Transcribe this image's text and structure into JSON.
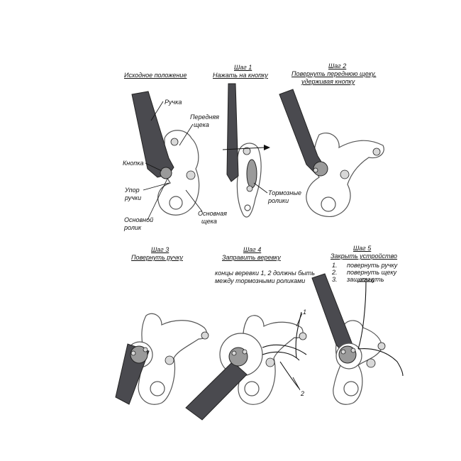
{
  "steps": {
    "initial": {
      "title": "Исходное положение"
    },
    "step1": {
      "title": "Шаг 1",
      "subtitle": "Нажать на кнопку"
    },
    "step2": {
      "title": "Шаг 2",
      "subtitle_line1": "Повернуть переднюю щеку,",
      "subtitle_line2": "удерживая кнопку"
    },
    "step3": {
      "title": "Шаг 3",
      "subtitle": "Повернуть ручку"
    },
    "step4": {
      "title": "Шаг 4",
      "subtitle": "Заправить веревку",
      "note_line1": "концы веревки 1, 2 должны быть",
      "note_line2": "между тормозными роликами"
    },
    "step5": {
      "title": "Шаг 5",
      "subtitle": "Закрыть устройство",
      "list": [
        {
          "num": "1.",
          "text": "повернуть ручку"
        },
        {
          "num": "2.",
          "text": "повернуть щеку"
        },
        {
          "num": "3.",
          "text": "защелкнуть"
        }
      ]
    }
  },
  "labels": {
    "handle": "Ручка",
    "front_cheek_1": "Передняя",
    "front_cheek_2": "щека",
    "button": "Кнопка",
    "handle_stop_1": "Упор",
    "handle_stop_2": "ручки",
    "main_roller_1": "Основной",
    "main_roller_2": "ролик",
    "main_cheek_1": "Основная",
    "main_cheek_2": "щека",
    "brake_rollers_1": "Тормозные",
    "brake_rollers_2": "ролики",
    "rope_end_1": "1",
    "rope_end_2": "2"
  },
  "colors": {
    "handle": "#4a4a4f",
    "line": "#555555",
    "hub": "#9a9a9a"
  }
}
